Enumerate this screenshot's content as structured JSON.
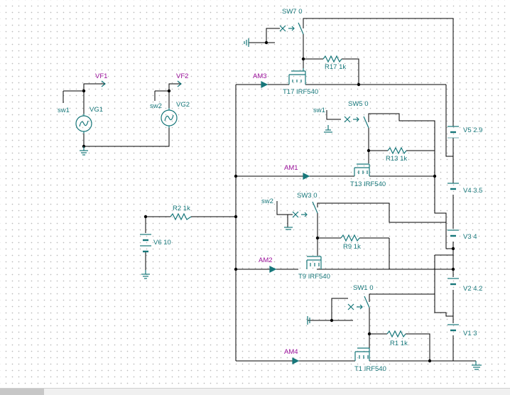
{
  "colors": {
    "wire": "#000000",
    "component": "#17777a",
    "node_label": "#9a0f9a",
    "junction": "#000000"
  },
  "labels": {
    "vf1": "VF1",
    "vf2": "VF2",
    "vg1": "VG1",
    "vg2": "VG2",
    "sw1_net": "sw1",
    "sw2_net": "sw2",
    "sw1_net_b": "sw1",
    "sw2_net_b": "sw2",
    "am1": "AM1",
    "am2": "AM2",
    "am3": "AM3",
    "am4": "AM4",
    "sw7": "SW7 0",
    "sw5": "SW5 0",
    "sw3": "SW3 0",
    "sw1": "SW1 0",
    "r17": "R17 1k",
    "r13": "R13 1k",
    "r9": "R9 1k",
    "r1": "R1 1k",
    "r2": "R2 1k",
    "t17": "T17 IRF540",
    "t13": "T13 IRF540",
    "t9": "T9 IRF540",
    "t1": "T1 IRF540",
    "v5": "V5 2.9",
    "v4": "V4 3.5",
    "v3": "V3 4",
    "v2": "V2 4.2",
    "v1": "V1 3",
    "v6": "V6 10"
  }
}
